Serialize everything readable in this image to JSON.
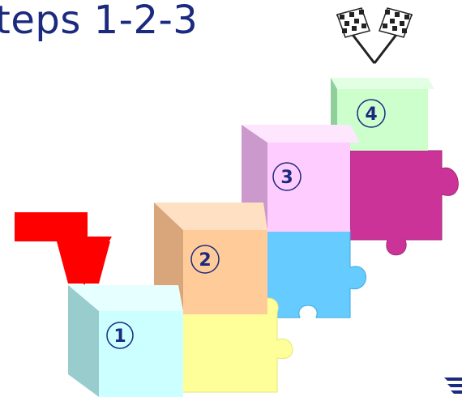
{
  "header": {
    "title": "teps 1-2-3"
  },
  "steps": [
    {
      "number": "1",
      "cube_color": "#ccffff",
      "piece_color": "#ffff99"
    },
    {
      "number": "2",
      "cube_color": "#ffcc99",
      "piece_color": "#66ccff"
    },
    {
      "number": "3",
      "cube_color": "#ffccff",
      "piece_color": "#cc3399"
    },
    {
      "number": "4",
      "cube_color": "#ccffcc"
    }
  ],
  "icons": {
    "finish": "checkered-flags-icon",
    "arrow": "red-arrow-icon",
    "logo": "corner-logo-icon"
  },
  "colors": {
    "title": "#1b2a7e",
    "arrow": "#ff0000"
  }
}
